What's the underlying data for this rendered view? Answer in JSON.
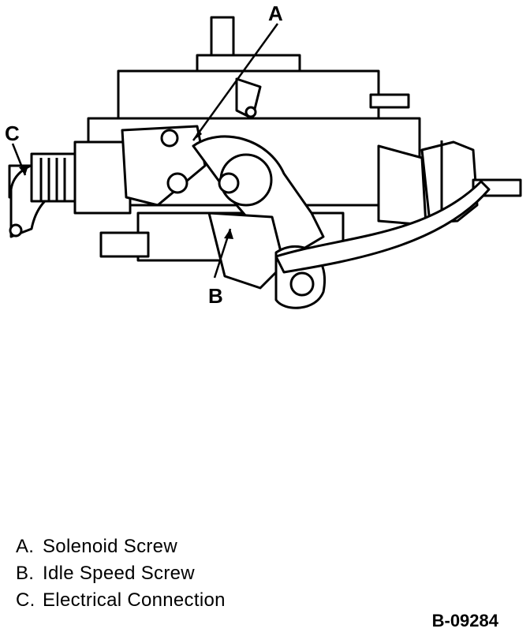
{
  "callouts": {
    "a": "A",
    "b": "B",
    "c": "C"
  },
  "legend": [
    {
      "key": "A.",
      "text": "Solenoid Screw"
    },
    {
      "key": "B.",
      "text": "Idle Speed Screw"
    },
    {
      "key": "C.",
      "text": "Electrical Connection"
    }
  ],
  "figure_code": "B-09284",
  "colors": {
    "ink": "#000000",
    "paper": "#ffffff"
  }
}
